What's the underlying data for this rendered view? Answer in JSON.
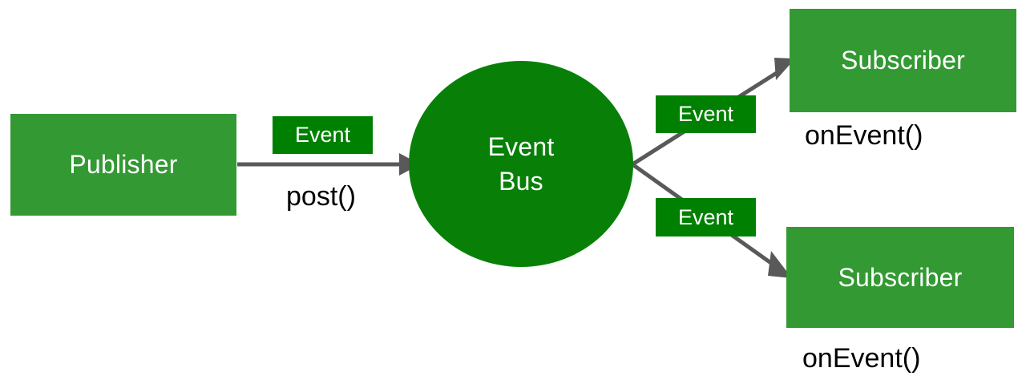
{
  "diagram": {
    "title": "Event Bus publish-subscribe diagram",
    "colors": {
      "node_green": "#339933",
      "bus_green": "#088008",
      "pill_green": "#008000",
      "arrow_gray": "#595959",
      "node_text": "#ffffff",
      "label_text": "#000000",
      "background": "#ffffff"
    },
    "nodes": [
      {
        "id": "publisher",
        "label": "Publisher",
        "shape": "rectangle"
      },
      {
        "id": "event-bus",
        "label_line1": "Event",
        "label_line2": "Bus",
        "shape": "circle"
      },
      {
        "id": "subscriber-top",
        "label": "Subscriber",
        "shape": "rectangle"
      },
      {
        "id": "subscriber-bottom",
        "label": "Subscriber",
        "shape": "rectangle"
      }
    ],
    "edge_pills": [
      {
        "id": "pill-publisher-to-bus",
        "label": "Event"
      },
      {
        "id": "pill-bus-to-subscriber-top",
        "label": "Event"
      },
      {
        "id": "pill-bus-to-subscriber-bottom",
        "label": "Event"
      }
    ],
    "edge_labels": [
      {
        "id": "label-post",
        "label": "post()"
      },
      {
        "id": "label-onevent-top",
        "label": "onEvent()"
      },
      {
        "id": "label-onevent-bottom",
        "label": "onEvent()"
      }
    ],
    "edges": [
      {
        "id": "edge-publisher-bus",
        "from": "publisher",
        "to": "event-bus",
        "direction": "right"
      },
      {
        "id": "edge-bus-subscriber-top",
        "from": "event-bus",
        "to": "subscriber-top",
        "direction": "up-right"
      },
      {
        "id": "edge-bus-subscriber-bottom",
        "from": "event-bus",
        "to": "subscriber-bottom",
        "direction": "down-right"
      }
    ]
  }
}
